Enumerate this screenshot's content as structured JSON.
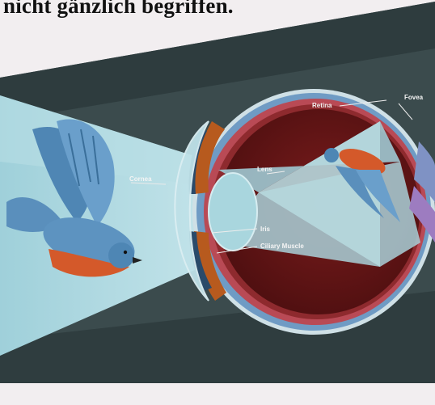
{
  "heading": "nicht gänzlich begriffen.",
  "labels": {
    "cornea": "Cornea",
    "lens": "Lens",
    "iris": "Iris",
    "ciliary_muscle": "Ciliary Muscle",
    "retina": "Retina",
    "fovea": "Fovea"
  },
  "colors": {
    "page_background": "#f2eef0",
    "panel_dark": "#3a4a4c",
    "light_cone": "#a9d6de",
    "eye_interior": "#6a1616",
    "sclera": "#cfe0e6",
    "choroid": "#b94a55",
    "bird_blue": "#5d93c0",
    "bird_breast": "#d4592a"
  }
}
